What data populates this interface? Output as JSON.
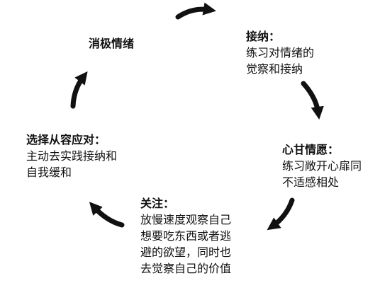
{
  "nodes": {
    "negative": {
      "title": "消极情绪",
      "lines": []
    },
    "accept": {
      "title": "接纳：",
      "lines": [
        "练习对情绪的",
        "觉察和接纳"
      ]
    },
    "willing": {
      "title": "心甘情愿：",
      "lines": [
        "练习敞开心扉同",
        "不适感相处"
      ]
    },
    "attention": {
      "title": "关注：",
      "lines": [
        "放慢速度观察自己",
        "想要吃东西或者逃",
        "避的欲望，同时也",
        "去觉察自己的价值"
      ]
    },
    "choose": {
      "title": "选择从容应对：",
      "lines": [
        "主动去实践接纳和",
        "自我缓和"
      ]
    }
  },
  "colors": {
    "text": "#111111",
    "arrow": "#111111"
  },
  "icons": [
    "curved-arrow-icon"
  ]
}
